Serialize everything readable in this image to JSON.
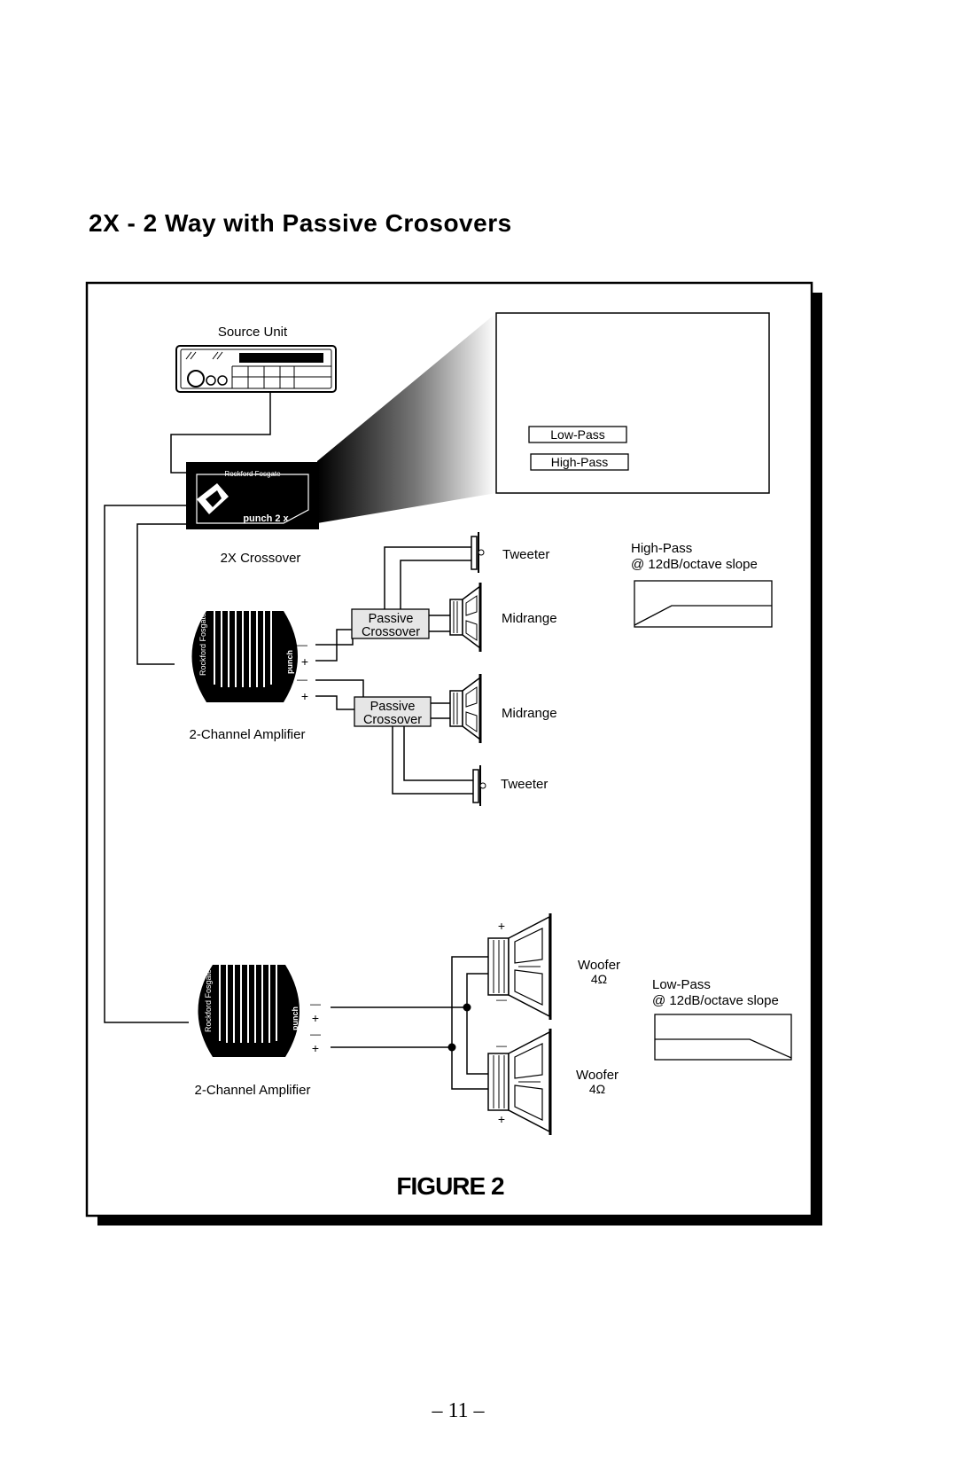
{
  "title": "2X - 2 Way with Passive Crosovers",
  "diagram": {
    "source_unit": "Source Unit",
    "crossover_unit": {
      "label": "2X Crossover",
      "brand_text": "Rockford Fosgate",
      "model_text": "punch 2 x"
    },
    "crossover_panel": {
      "low_pass_button": "Low-Pass",
      "high_pass_button": "High-Pass"
    },
    "amplifiers": [
      {
        "label": "2-Channel Amplifier",
        "brand_text": "Rockford Fosgate",
        "badge": "punch"
      },
      {
        "label": "2-Channel Amplifier",
        "brand_text": "Rockford Fosgate",
        "badge": "punch"
      }
    ],
    "passive_crossovers": [
      {
        "line1": "Passive",
        "line2": "Crossover"
      },
      {
        "line1": "Passive",
        "line2": "Crossover"
      }
    ],
    "speakers": {
      "tweeter_top": "Tweeter",
      "midrange_top": "Midrange",
      "midrange_bottom": "Midrange",
      "tweeter_bottom": "Tweeter",
      "woofer_top": {
        "label": "Woofer",
        "impedance": "4Ω"
      },
      "woofer_bottom": {
        "label": "Woofer",
        "impedance": "4Ω"
      }
    },
    "high_pass_graph": {
      "title": "High-Pass",
      "slope": "@ 12dB/octave slope"
    },
    "low_pass_graph": {
      "title": "Low-Pass",
      "slope": "@ 12dB/octave slope"
    },
    "polarity": {
      "minus": "—",
      "plus": "+"
    }
  },
  "figure_label": "FIGURE 2",
  "page_number": "– 11 –"
}
